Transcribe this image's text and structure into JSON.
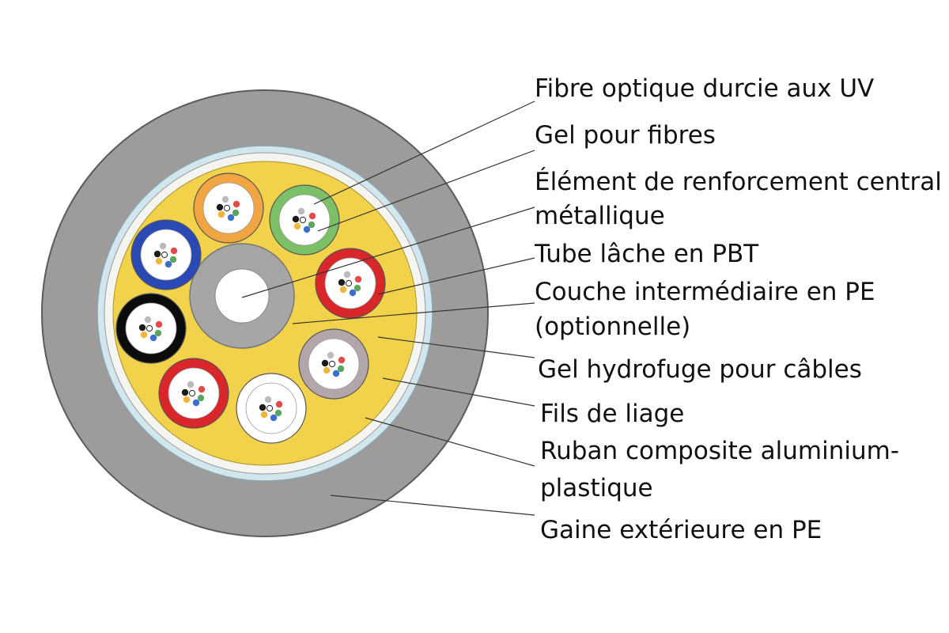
{
  "colors": {
    "outer_sheath": "#9e9c9b",
    "outer_sheath_edge": "#5b5b5b",
    "aluminium_tape": "#d2e6ed",
    "binding_yarn": "#f4f4f0",
    "water_blocking_gel": "#f2d24a",
    "central_member_jacket": "#a7a6a6",
    "central_member_core": "#ffffff",
    "leader_line": "#333333"
  },
  "loose_tubes": [
    {
      "color_name": "orange",
      "color": "#f0a542"
    },
    {
      "color_name": "green",
      "color": "#7bbf66"
    },
    {
      "color_name": "red",
      "color": "#d8262a"
    },
    {
      "color_name": "grey",
      "color": "#b2a6ab"
    },
    {
      "color_name": "white",
      "color": "#ffffff"
    },
    {
      "color_name": "red",
      "color": "#d8262a"
    },
    {
      "color_name": "black",
      "color": "#0c0c0c"
    },
    {
      "color_name": "blue",
      "color": "#2a49b5"
    }
  ],
  "fiber_colors": [
    "#e44a4a",
    "#f1b53b",
    "#3a6fd0",
    "#1b1b1b",
    "#bbbbbb",
    "#5aa660"
  ],
  "labels": [
    {
      "id": "fibre",
      "lines": [
        "Fibre optique durcie aux UV"
      ]
    },
    {
      "id": "gel-fibres",
      "lines": [
        "Gel pour fibres"
      ]
    },
    {
      "id": "renforcement",
      "lines": [
        "Élément de renforcement central",
        "métallique"
      ]
    },
    {
      "id": "tube",
      "lines": [
        "Tube lâche en PBT"
      ]
    },
    {
      "id": "couche",
      "lines": [
        "Couche intermédiaire en PE",
        " (optionnelle)"
      ]
    },
    {
      "id": "gel-cables",
      "lines": [
        "Gel hydrofuge pour câbles"
      ]
    },
    {
      "id": "fils",
      "lines": [
        "Fils de liage"
      ]
    },
    {
      "id": "ruban",
      "lines": [
        "Ruban composite aluminium-",
        "plastique"
      ]
    },
    {
      "id": "gaine",
      "lines": [
        "Gaine extérieure en PE"
      ]
    }
  ]
}
